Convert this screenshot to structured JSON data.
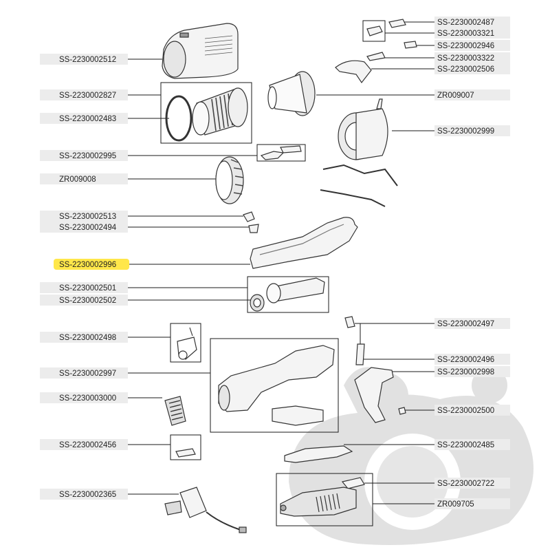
{
  "diagram": {
    "highlight_color": "#ffe74a",
    "line_color": "#1a1a1a",
    "label_band_color": "#ececec",
    "watermark_color": "#d9d9d9",
    "left_labels": [
      {
        "id": "l01",
        "text": "SS-2230002512"
      },
      {
        "id": "l02",
        "text": "SS-2230002827"
      },
      {
        "id": "l03",
        "text": "SS-2230002483"
      },
      {
        "id": "l04",
        "text": "SS-2230002995"
      },
      {
        "id": "l05",
        "text": "ZR009008"
      },
      {
        "id": "l06",
        "text": "SS-2230002513"
      },
      {
        "id": "l07",
        "text": "SS-2230002494"
      },
      {
        "id": "l08",
        "text": "SS-2230002996",
        "highlighted": true
      },
      {
        "id": "l09",
        "text": "SS-2230002501"
      },
      {
        "id": "l10",
        "text": "SS-2230002502"
      },
      {
        "id": "l11",
        "text": "SS-2230002498"
      },
      {
        "id": "l12",
        "text": "SS-2230002997"
      },
      {
        "id": "l13",
        "text": "SS-2230003000"
      },
      {
        "id": "l14",
        "text": "SS-2230002456"
      },
      {
        "id": "l15",
        "text": "SS-2230002365"
      }
    ],
    "right_labels": [
      {
        "id": "r01",
        "text": "SS-2230002487"
      },
      {
        "id": "r02",
        "text": "SS-2230003321"
      },
      {
        "id": "r03",
        "text": "SS-2230002946"
      },
      {
        "id": "r04",
        "text": "SS-2230003322"
      },
      {
        "id": "r05",
        "text": "SS-2230002506"
      },
      {
        "id": "r06",
        "text": "ZR009007"
      },
      {
        "id": "r07",
        "text": "SS-2230002999"
      },
      {
        "id": "r08",
        "text": "SS-2230002497"
      },
      {
        "id": "r09",
        "text": "SS-2230002496"
      },
      {
        "id": "r10",
        "text": "SS-2230002998"
      },
      {
        "id": "r11",
        "text": "SS-2230002500"
      },
      {
        "id": "r12",
        "text": "SS-2230002485"
      },
      {
        "id": "r13",
        "text": "SS-2230002722"
      },
      {
        "id": "r14",
        "text": "ZR009705"
      }
    ]
  }
}
